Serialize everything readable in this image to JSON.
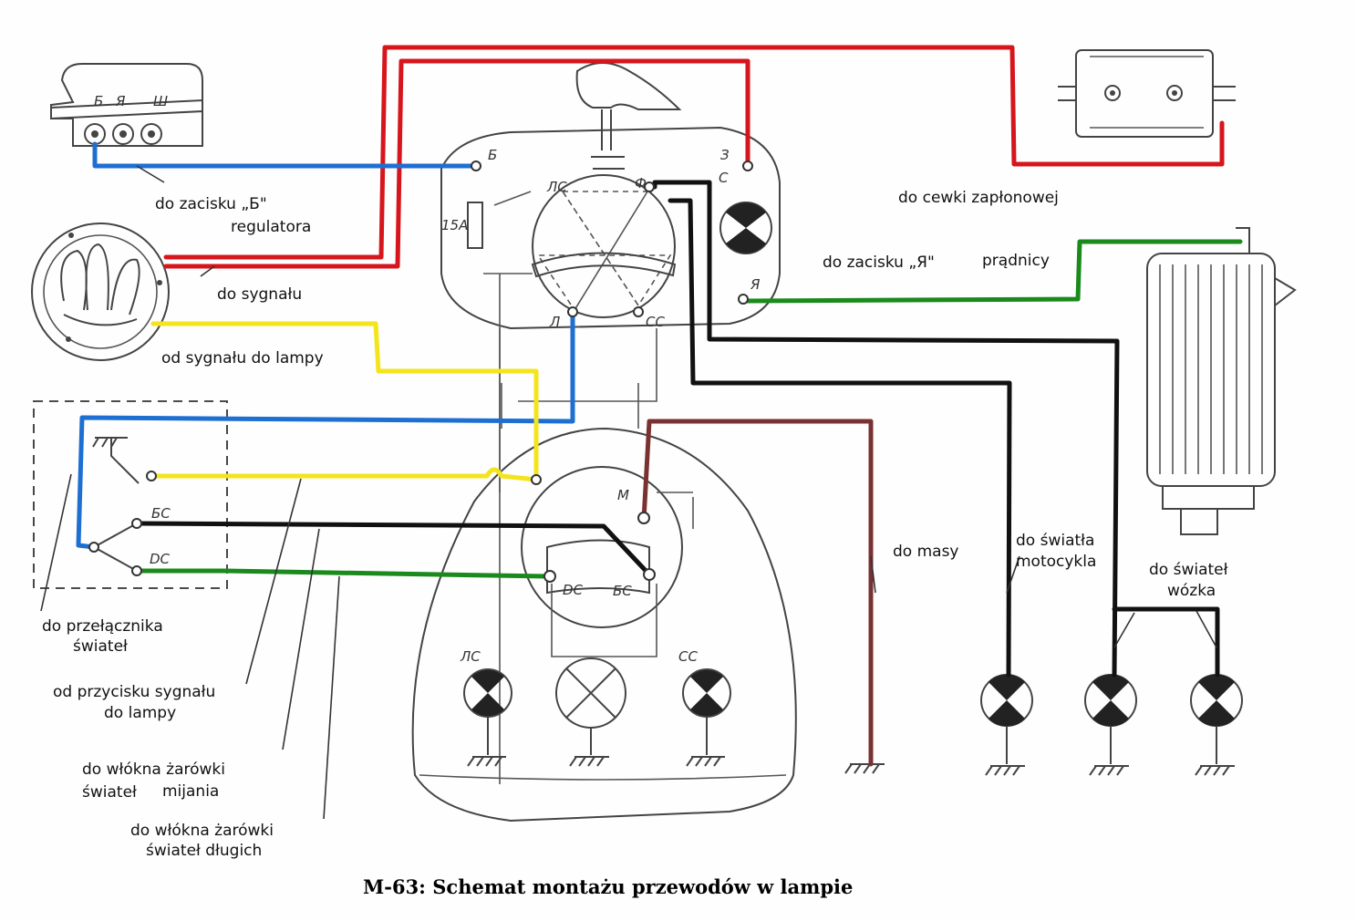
{
  "title": "M-63: Schemat montażu przewodów w lampie",
  "labels": {
    "regulator_line1": "do zacisku „Б\"",
    "regulator_line2": "regulatora",
    "signal": "do sygnału",
    "signal_to_lamp": "od sygnału do lampy",
    "switch_line1": "do przełącznika",
    "switch_line2": "świateł",
    "button_line1": "od przycisku sygnału",
    "button_line2": "do lampy",
    "low_line1": "do włókna żarówki",
    "low_line2a": "świateł",
    "low_line2b": "mijania",
    "high_line1": "do włókna żarówki",
    "high_line2": "świateł długich",
    "coil": "do cewki zapłonowej",
    "generator_a": "do zacisku „Я\"",
    "generator_b": "prądnicy",
    "mass": "do masy",
    "moto_line1": "do światła",
    "moto_line2": "motocykla",
    "sidecar_line1": "do świateł",
    "sidecar_line2": "wózka"
  },
  "marks": {
    "reg_b": "Б",
    "reg_ya": "Я",
    "reg_sh": "Ш",
    "term_b": "Б",
    "term_z": "З",
    "term_s": "С",
    "term_f": "Ф",
    "term_ls": "ЛС",
    "term_l": "Л",
    "term_ss": "СС",
    "term_ya": "Я",
    "fuse": "15А",
    "sw_bs": "БС",
    "sw_ds": "DС",
    "hl_m": "М",
    "hl_ds": "DС",
    "hl_bs": "БС",
    "lamp_ls": "ЛС",
    "lamp_ss": "СС"
  },
  "wire_colors": {
    "red": "#d6161c",
    "blue": "#1d6fd1",
    "yellow": "#f3e41b",
    "green": "#1b8a1c",
    "black": "#111111",
    "brown": "#7a3131"
  }
}
